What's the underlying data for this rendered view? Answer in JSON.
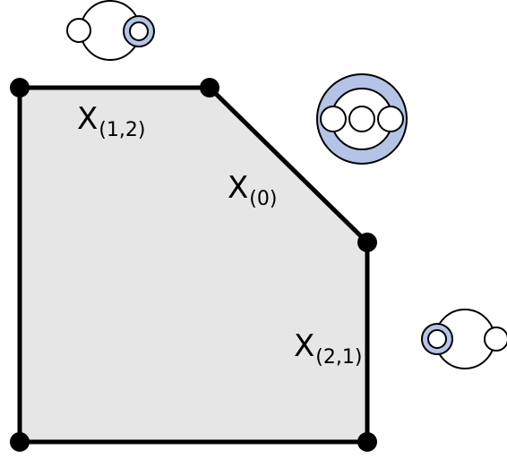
{
  "labels": {
    "top": {
      "main": "X",
      "sub": "(1,2)"
    },
    "diagonal": {
      "main": "X",
      "sub": "(0)"
    },
    "right": {
      "main": "X",
      "sub": "(2,1)"
    }
  },
  "colors": {
    "polygon_fill": "#e6e6e6",
    "edge": "#000000",
    "vertex": "#000000",
    "shaded_disk": "#b4c3e6",
    "disk_outline": "#000000",
    "hole_fill": "#ffffff"
  },
  "icons": {
    "top": "surface-with-shaded-right-hole-icon",
    "diagonal": "shaded-annulus-with-three-holes-icon",
    "right": "surface-with-shaded-left-hole-icon"
  }
}
